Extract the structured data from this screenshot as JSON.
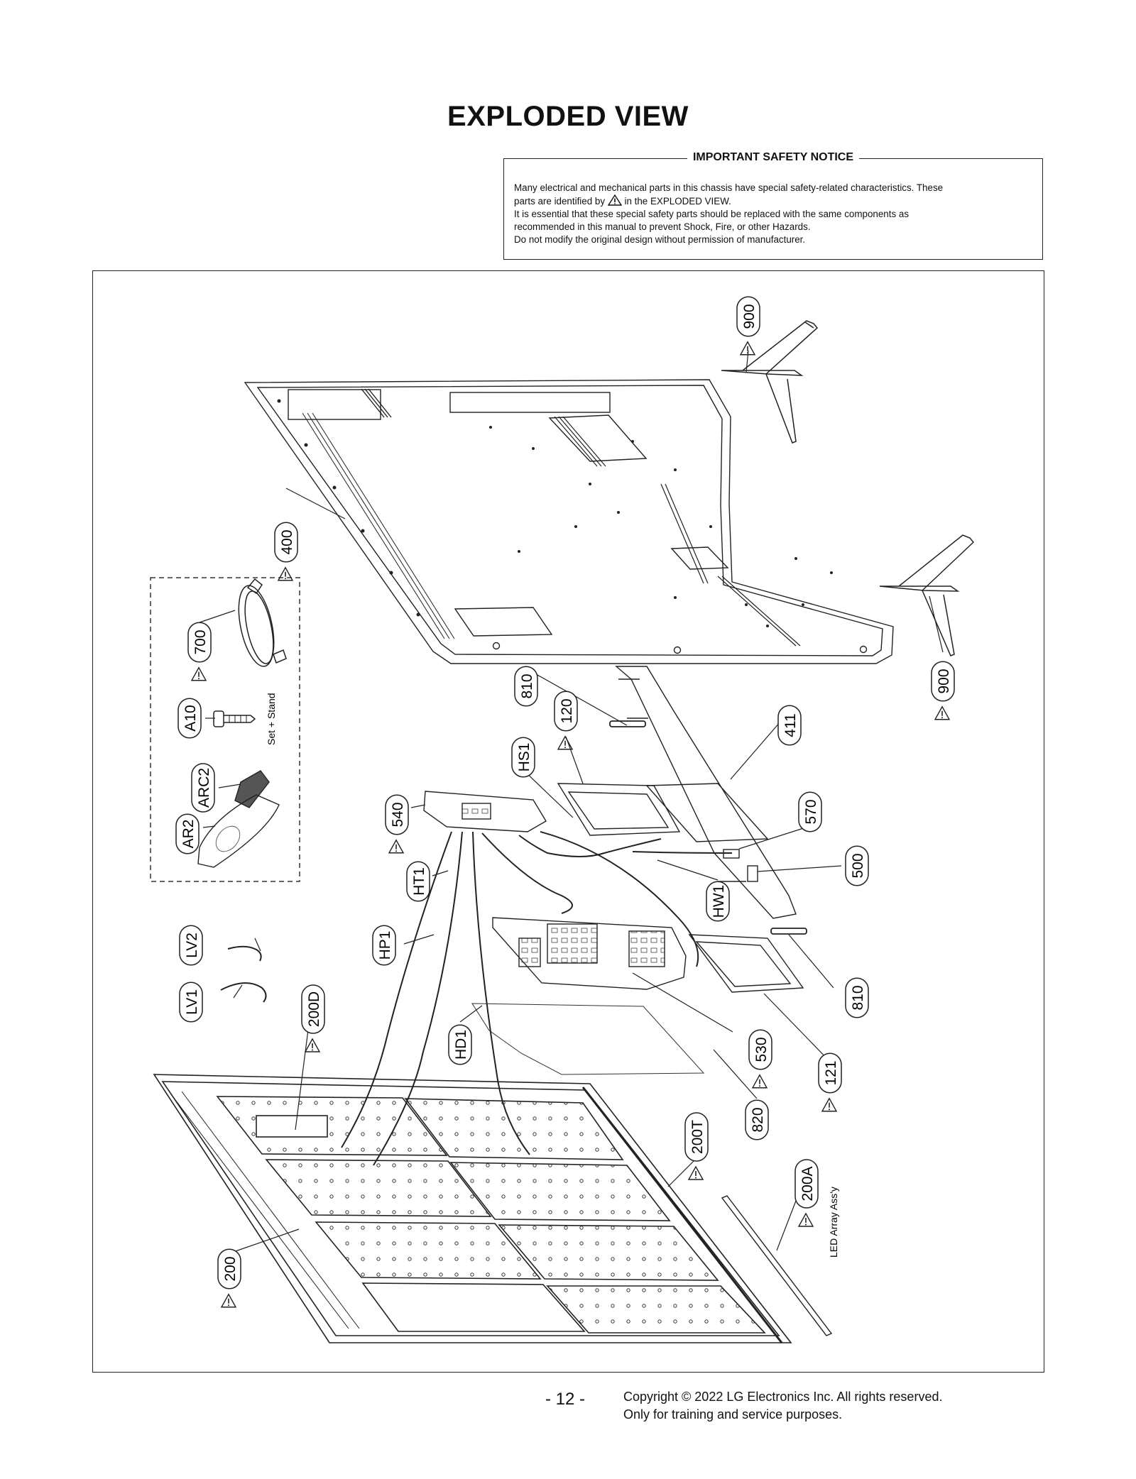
{
  "page": {
    "title": "EXPLODED VIEW",
    "page_number": "- 12 -",
    "copyright_line1": "Copyright © 2022 LG Electronics Inc. All rights reserved.",
    "copyright_line2": "Only for training and service purposes."
  },
  "notice": {
    "title": "IMPORTANT SAFETY NOTICE",
    "line1": "Many electrical and mechanical parts in this chassis have special safety-related characteristics. These",
    "line2a": "parts are identified by",
    "line2b": "in the EXPLODED VIEW.",
    "line3": "It is essential that these special safety parts should be replaced with the same components as",
    "line4": "recommended in this manual to prevent Shock, Fire, or other Hazards.",
    "line5": "Do not modify the original design without permission of manufacturer."
  },
  "callouts": [
    {
      "id": "900a",
      "label": "900",
      "safety": true
    },
    {
      "id": "400",
      "label": "400",
      "safety": true
    },
    {
      "id": "700",
      "label": "700",
      "safety": true
    },
    {
      "id": "A10",
      "label": "A10",
      "safety": false
    },
    {
      "id": "ARC2",
      "label": "ARC2",
      "safety": false
    },
    {
      "id": "AR2",
      "label": "AR2",
      "safety": false
    },
    {
      "id": "900b",
      "label": "900",
      "safety": true
    },
    {
      "id": "810a",
      "label": "810",
      "safety": false
    },
    {
      "id": "120",
      "label": "120",
      "safety": true
    },
    {
      "id": "HS1",
      "label": "HS1",
      "safety": false
    },
    {
      "id": "411",
      "label": "411",
      "safety": false
    },
    {
      "id": "540",
      "label": "540",
      "safety": true
    },
    {
      "id": "570",
      "label": "570",
      "safety": false
    },
    {
      "id": "HT1",
      "label": "HT1",
      "safety": false
    },
    {
      "id": "500",
      "label": "500",
      "safety": false
    },
    {
      "id": "HW1",
      "label": "HW1",
      "safety": false
    },
    {
      "id": "LV2",
      "label": "LV2",
      "safety": false
    },
    {
      "id": "HP1",
      "label": "HP1",
      "safety": false
    },
    {
      "id": "LV1",
      "label": "LV1",
      "safety": false
    },
    {
      "id": "200D",
      "label": "200D",
      "safety": true
    },
    {
      "id": "810b",
      "label": "810",
      "safety": false
    },
    {
      "id": "HD1",
      "label": "HD1",
      "safety": false
    },
    {
      "id": "530",
      "label": "530",
      "safety": true
    },
    {
      "id": "121",
      "label": "121",
      "safety": true
    },
    {
      "id": "820",
      "label": "820",
      "safety": false
    },
    {
      "id": "200T",
      "label": "200T",
      "safety": true
    },
    {
      "id": "200A",
      "label": "200A",
      "safety": true
    },
    {
      "id": "200",
      "label": "200",
      "safety": true
    }
  ],
  "notes": {
    "set_stand": "Set + Stand",
    "led_array": "LED Array Ass'y"
  },
  "icons": {
    "safety": "warning-triangle-icon"
  }
}
